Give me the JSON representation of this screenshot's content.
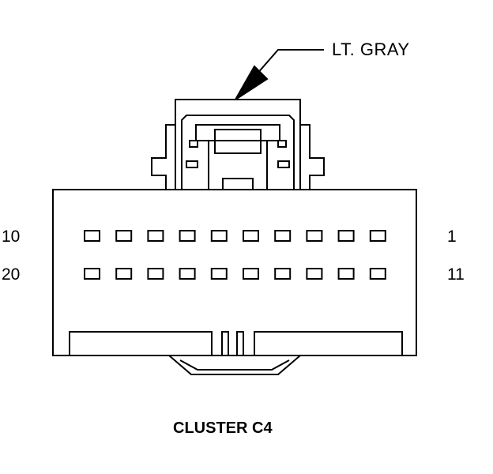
{
  "connector": {
    "color_callout": "LT. GRAY",
    "title": "CLUSTER C4",
    "pin_labels": {
      "row1_left": "10",
      "row1_right": "1",
      "row2_left": "20",
      "row2_right": "11"
    },
    "pin_rows": 2,
    "pins_per_row": 10
  },
  "colors": {
    "line": "#000000",
    "background": "#ffffff"
  }
}
